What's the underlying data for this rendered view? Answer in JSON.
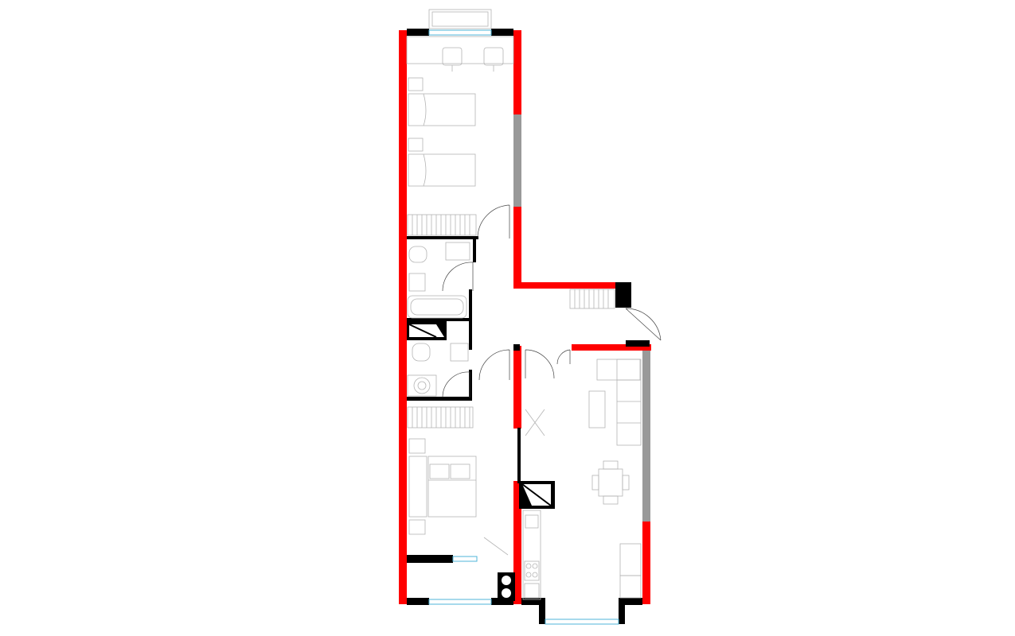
{
  "plan": {
    "colors": {
      "exterior_wall": "#ff0000",
      "interior_wall": "#000000",
      "glazed_wall": "#999999",
      "furniture_line": "#b4b4b4",
      "window_line": "#4fb6d8"
    },
    "rooms": [
      {
        "id": "bedroom-north"
      },
      {
        "id": "bathroom"
      },
      {
        "id": "wc"
      },
      {
        "id": "bedroom-south"
      },
      {
        "id": "hall"
      },
      {
        "id": "living-kitchen"
      }
    ]
  }
}
